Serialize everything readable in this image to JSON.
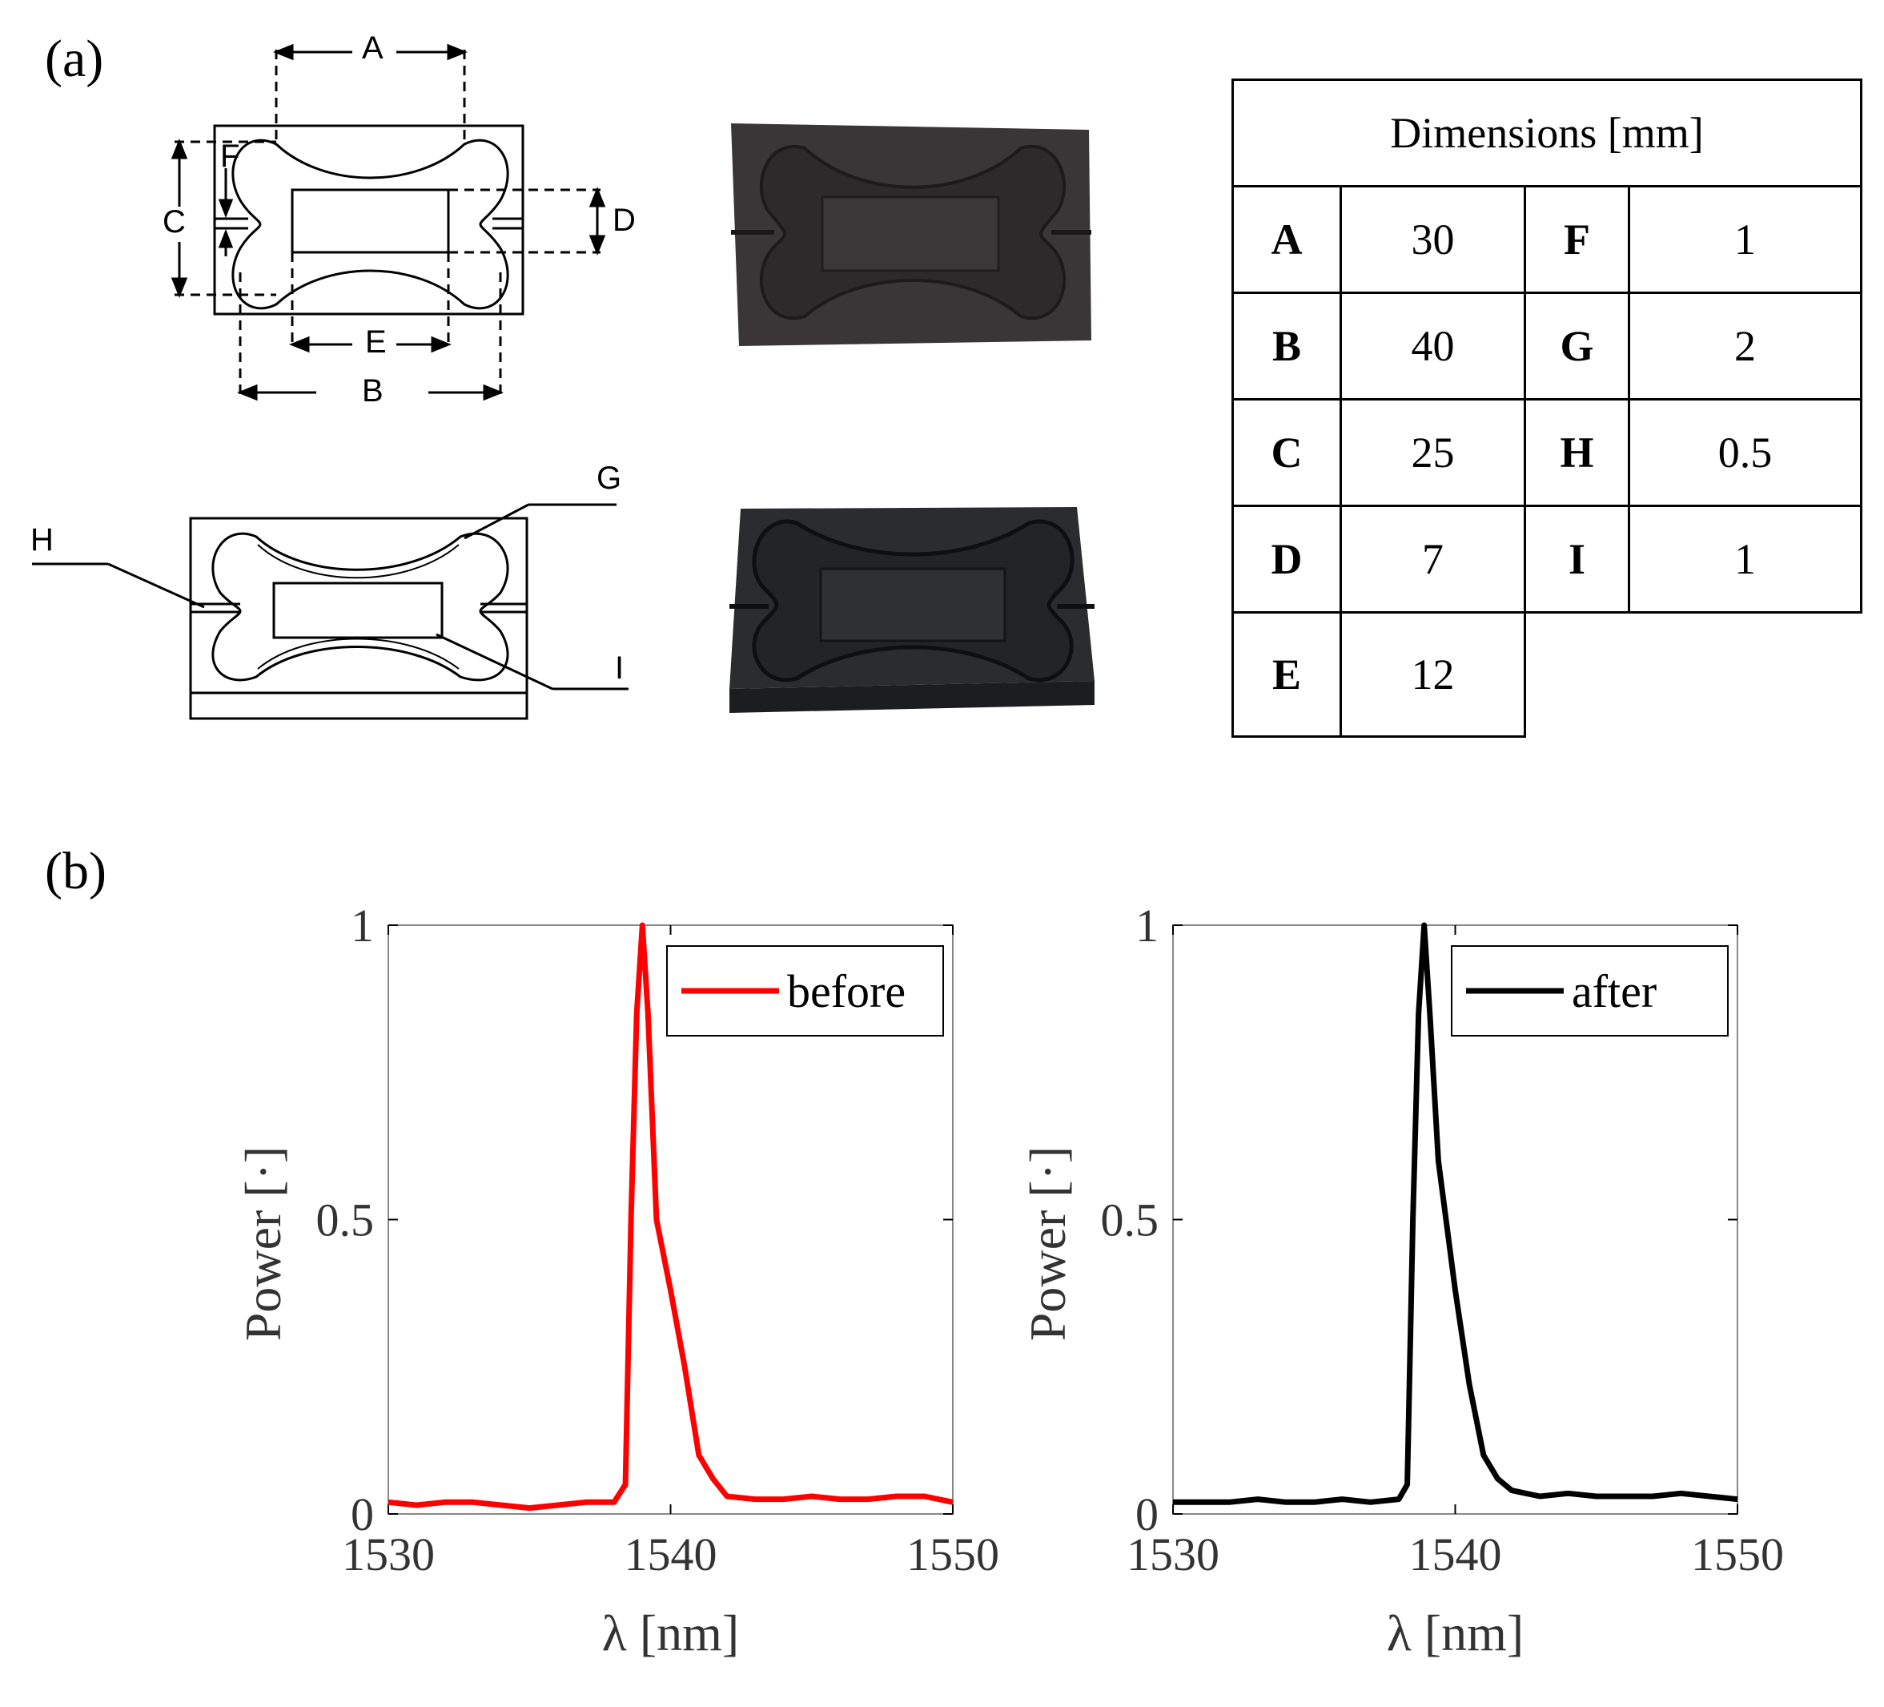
{
  "panel_a_label": "(a)",
  "panel_b_label": "(b)",
  "dimension_letters": {
    "A": "A",
    "B": "B",
    "C": "C",
    "D": "D",
    "E": "E",
    "F": "F",
    "G": "G",
    "H": "H",
    "I": "I"
  },
  "table": {
    "header": "Dimensions [mm]",
    "rows": [
      {
        "k1": "A",
        "v1": "30",
        "k2": "F",
        "v2": "1"
      },
      {
        "k1": "B",
        "v1": "40",
        "k2": "G",
        "v2": "2"
      },
      {
        "k1": "C",
        "v1": "25",
        "k2": "H",
        "v2": "0.5"
      },
      {
        "k1": "D",
        "v1": "7",
        "k2": "I",
        "v2": "1"
      },
      {
        "k1": "E",
        "v1": "12"
      }
    ]
  },
  "chart_data": [
    {
      "type": "line",
      "xlabel": "λ [nm]",
      "ylabel": "Power [·]",
      "xlim": [
        1530,
        1550
      ],
      "ylim": [
        0,
        1
      ],
      "xticks": [
        "1530",
        "1540",
        "1550"
      ],
      "yticks": [
        "0",
        "0.5",
        "1"
      ],
      "legend_position": "top-right",
      "series": [
        {
          "name": "before",
          "color": "#ff0000",
          "x": [
            1530,
            1531,
            1532,
            1533,
            1534,
            1535,
            1536,
            1537,
            1538,
            1538.4,
            1538.6,
            1538.8,
            1539.0,
            1539.2,
            1539.5,
            1540.0,
            1540.5,
            1541.0,
            1541.5,
            1542.0,
            1543,
            1544,
            1545,
            1546,
            1547,
            1548,
            1549,
            1550
          ],
          "y": [
            0.02,
            0.015,
            0.02,
            0.02,
            0.015,
            0.01,
            0.015,
            0.02,
            0.02,
            0.05,
            0.5,
            0.85,
            1.0,
            0.85,
            0.5,
            0.38,
            0.25,
            0.1,
            0.06,
            0.03,
            0.025,
            0.025,
            0.03,
            0.025,
            0.025,
            0.03,
            0.03,
            0.02
          ]
        }
      ]
    },
    {
      "type": "line",
      "xlabel": "λ [nm]",
      "ylabel": "Power [·]",
      "xlim": [
        1530,
        1550
      ],
      "ylim": [
        0,
        1
      ],
      "xticks": [
        "1530",
        "1540",
        "1550"
      ],
      "yticks": [
        "0",
        "0.5",
        "1"
      ],
      "legend_position": "top-right",
      "series": [
        {
          "name": "after",
          "color": "#000000",
          "x": [
            1530,
            1531,
            1532,
            1533,
            1534,
            1535,
            1536,
            1537,
            1538,
            1538.3,
            1538.5,
            1538.7,
            1538.9,
            1539.1,
            1539.4,
            1540.0,
            1540.5,
            1541.0,
            1541.5,
            1542.0,
            1543,
            1544,
            1545,
            1546,
            1547,
            1548,
            1549,
            1550
          ],
          "y": [
            0.02,
            0.02,
            0.02,
            0.025,
            0.02,
            0.02,
            0.025,
            0.02,
            0.025,
            0.05,
            0.5,
            0.85,
            1.0,
            0.85,
            0.6,
            0.38,
            0.22,
            0.1,
            0.06,
            0.04,
            0.03,
            0.035,
            0.03,
            0.03,
            0.03,
            0.035,
            0.03,
            0.025
          ]
        }
      ]
    }
  ],
  "colors": {
    "print_dark": "#3a3536",
    "print_black": "#2b2c2f"
  }
}
